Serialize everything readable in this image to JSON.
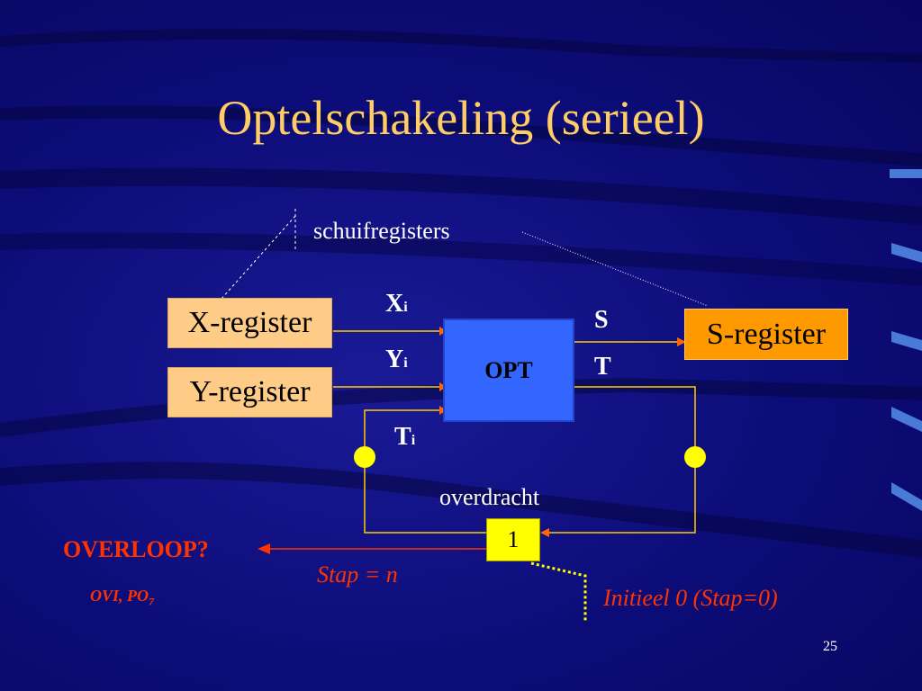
{
  "slide": {
    "title": "Optelschakeling (serieel)",
    "page_number": "25"
  },
  "labels": {
    "shift_registers": "schuifregisters",
    "carry_label": "overdracht",
    "initial_note": "Initieel 0  (Stap=0)",
    "step": "Stap = n",
    "overflow": "OVERLOOP?",
    "flags": "OVI, PO",
    "flags_sub": "7"
  },
  "blocks": {
    "x_register": "X-register",
    "y_register": "Y-register",
    "s_register": "S-register",
    "opt": "OPT",
    "carry_box": "1"
  },
  "signals": {
    "xi": "X",
    "xi_sub": "i",
    "yi": "Y",
    "yi_sub": "i",
    "ti": "T",
    "ti_sub": "i",
    "s": "S",
    "t": "T"
  },
  "colors": {
    "background": "#0c0c78",
    "title": "#ffcc66",
    "register": "#ffcc88",
    "s_register": "#ff9900",
    "opt_block": "#3366ff",
    "carry_box": "#ffff00",
    "wire": "#ffcc00",
    "overflow": "#ff3300"
  }
}
